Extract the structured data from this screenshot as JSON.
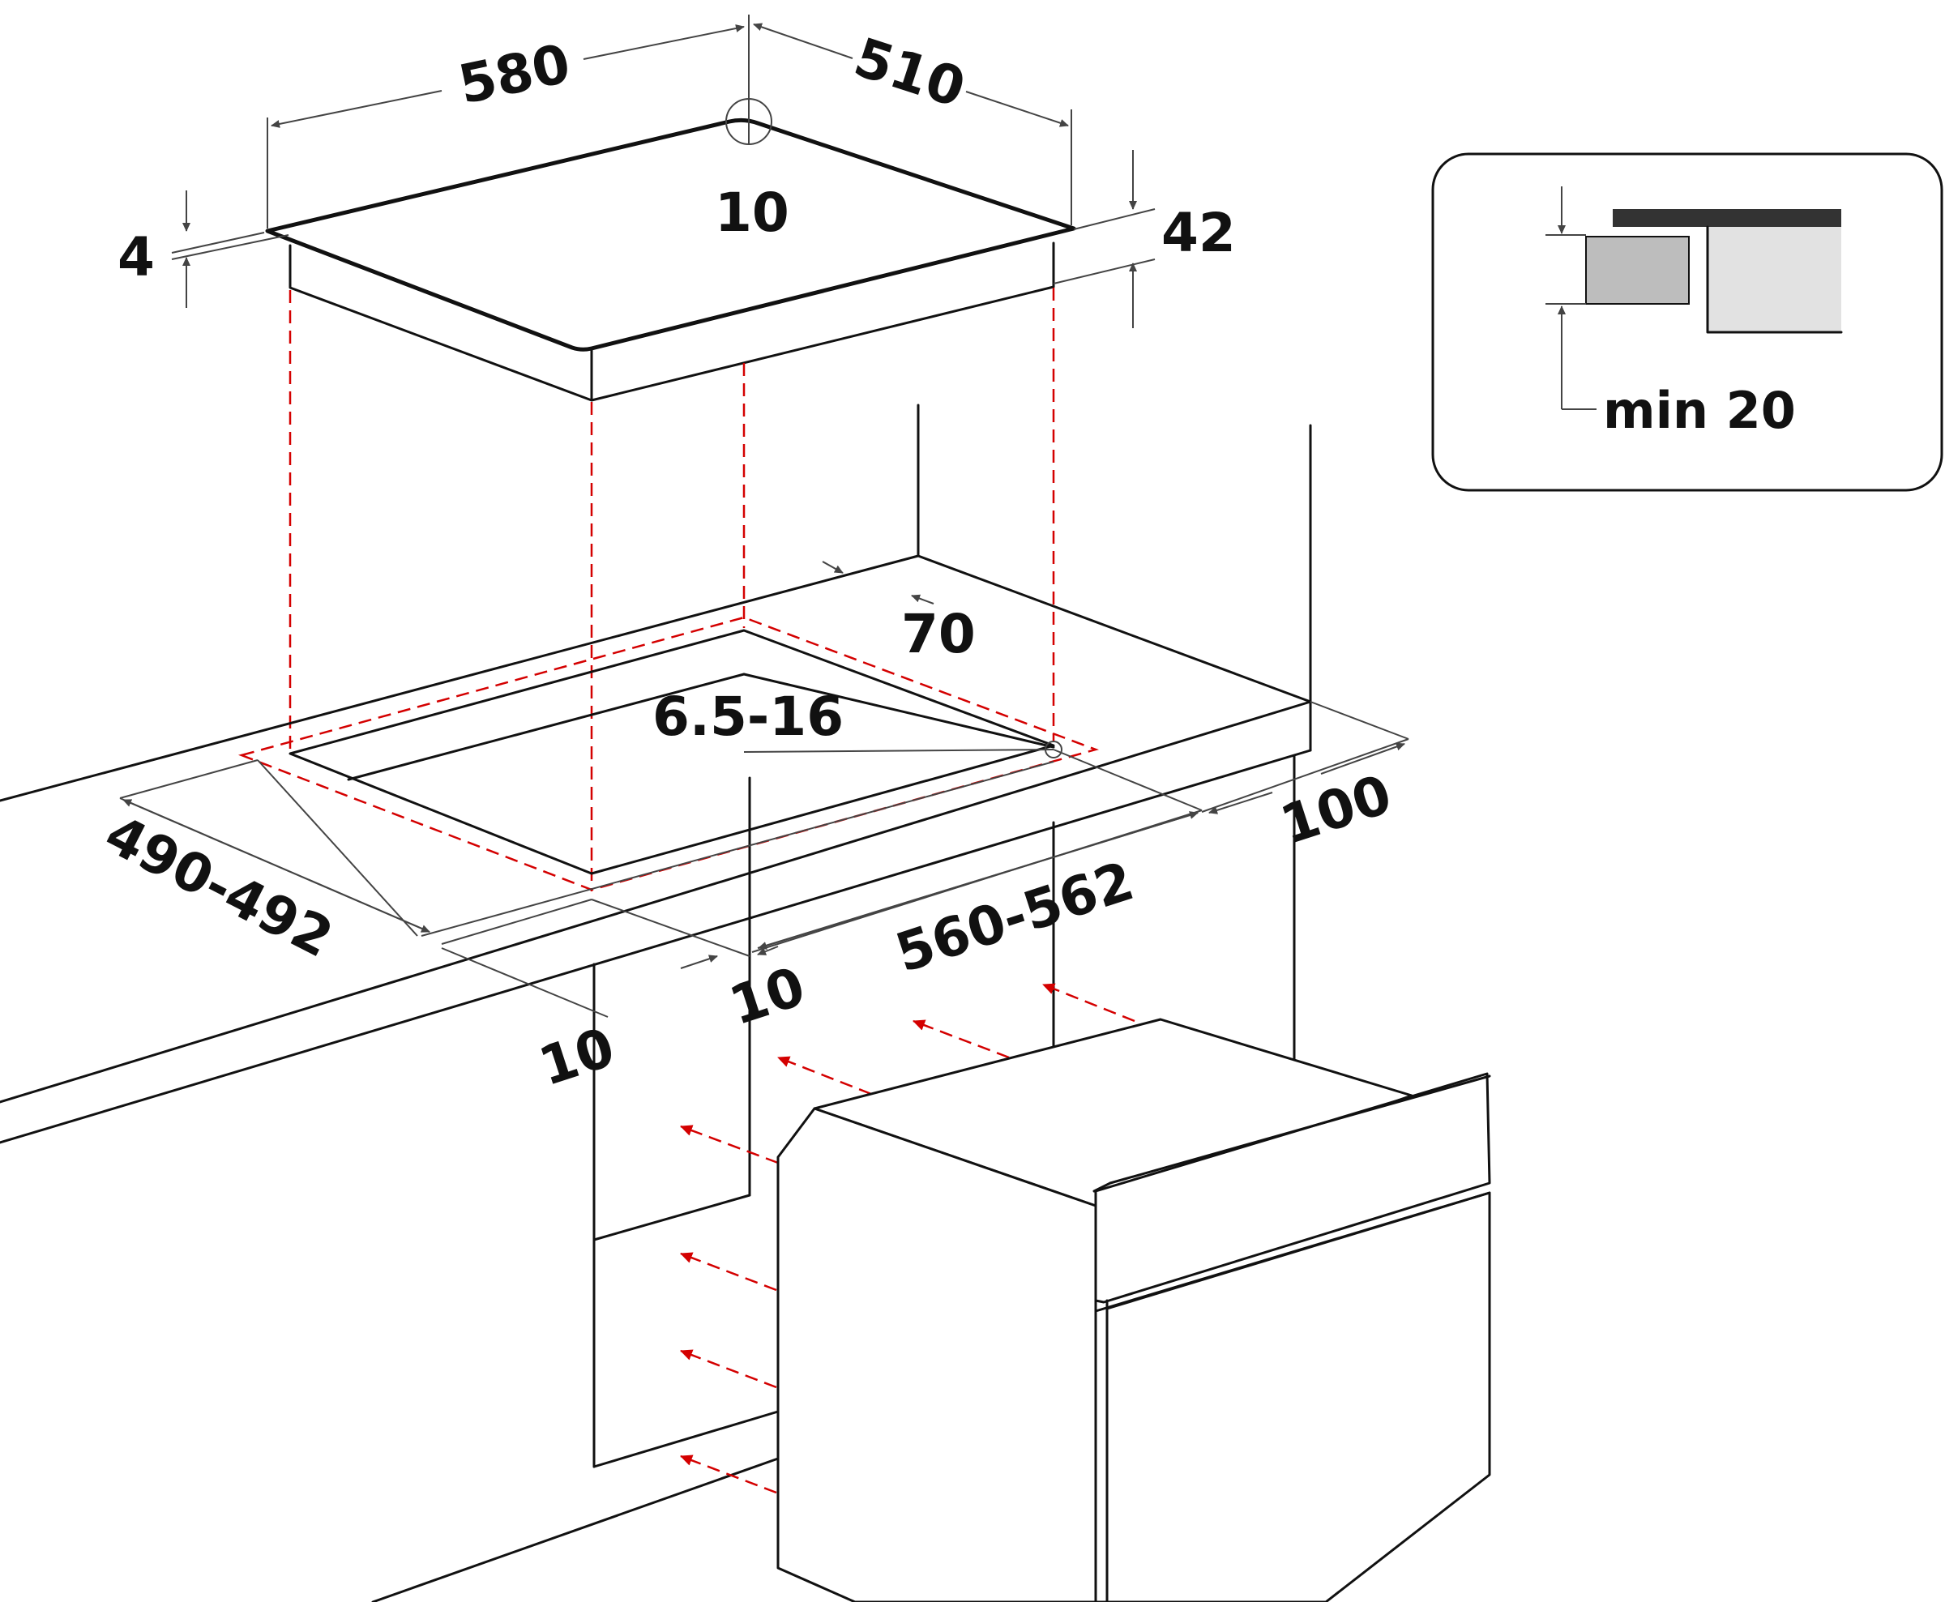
{
  "labels": {
    "hob_width": "580",
    "hob_depth": "510",
    "corner_radius": "10",
    "glass_thickness": "4",
    "hob_height": "42",
    "rear_gap": "70",
    "worktop_thickness": "6.5-16",
    "side_gap": "100",
    "cutout_depth": "490-492",
    "cutout_width": "560-562",
    "front_gap_left": "10",
    "front_gap_right": "10"
  },
  "inset": {
    "clearance_label": "min 20"
  },
  "colors": {
    "line": "#111111",
    "dimension": "#444444",
    "hidden_line": "#d40000",
    "inset_dark": "#333333",
    "inset_gray": "#bdbdbd",
    "inset_light": "#e2e2e2"
  }
}
